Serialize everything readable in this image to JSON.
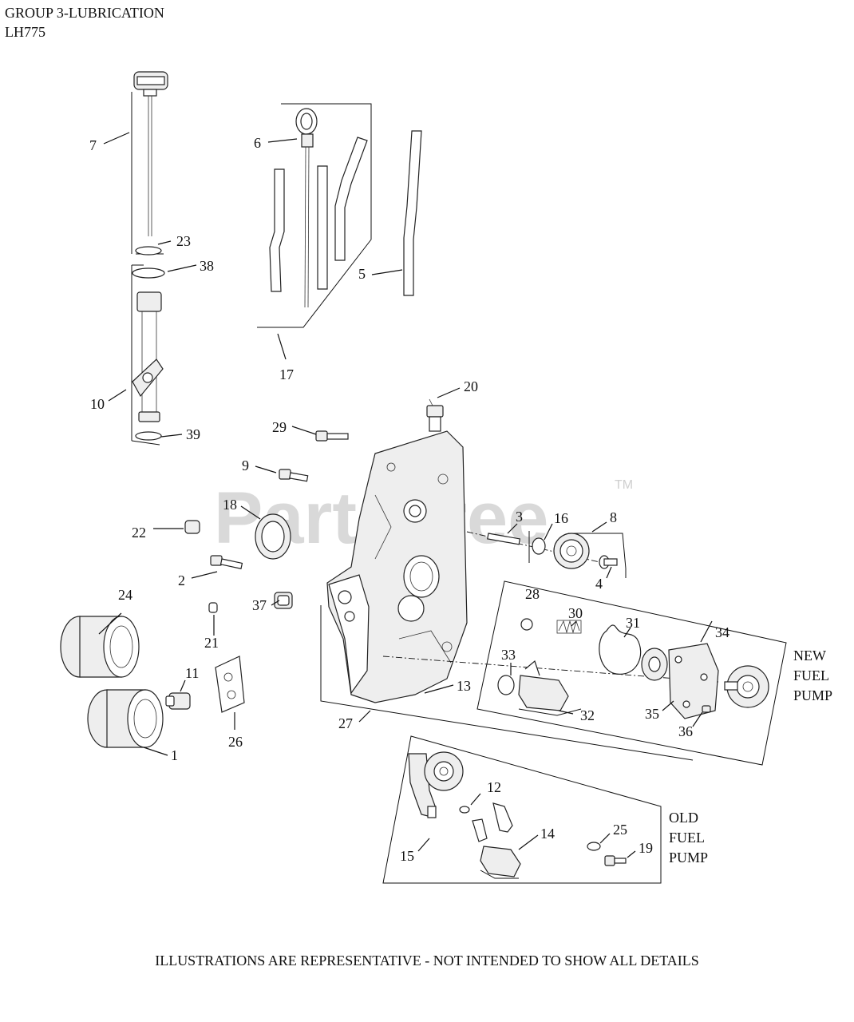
{
  "header": {
    "title_line1": "GROUP 3-LUBRICATION",
    "title_line2": "LH775"
  },
  "footer": {
    "note": "ILLUSTRATIONS ARE REPRESENTATIVE - NOT INTENDED TO SHOW ALL DETAILS"
  },
  "watermark": {
    "brand": "PartsTree",
    "trademark": "TM"
  },
  "groups": {
    "new_fuel_pump": [
      "NEW",
      "FUEL",
      "PUMP"
    ],
    "old_fuel_pump": [
      "OLD",
      "FUEL",
      "PUMP"
    ]
  },
  "callouts": {
    "c1": "1",
    "c2": "2",
    "c3": "3",
    "c4": "4",
    "c5": "5",
    "c6": "6",
    "c7": "7",
    "c8": "8",
    "c9": "9",
    "c10": "10",
    "c11": "11",
    "c12": "12",
    "c13": "13",
    "c14": "14",
    "c15": "15",
    "c16": "16",
    "c17": "17",
    "c18": "18",
    "c19": "19",
    "c20": "20",
    "c21": "21",
    "c22": "22",
    "c23": "23",
    "c24": "24",
    "c25": "25",
    "c26": "26",
    "c27": "27",
    "c28": "28",
    "c29": "29",
    "c30": "30",
    "c31": "31",
    "c32": "32",
    "c33": "33",
    "c34": "34",
    "c35": "35",
    "c36": "36",
    "c37": "37",
    "c38": "38",
    "c39": "39"
  }
}
